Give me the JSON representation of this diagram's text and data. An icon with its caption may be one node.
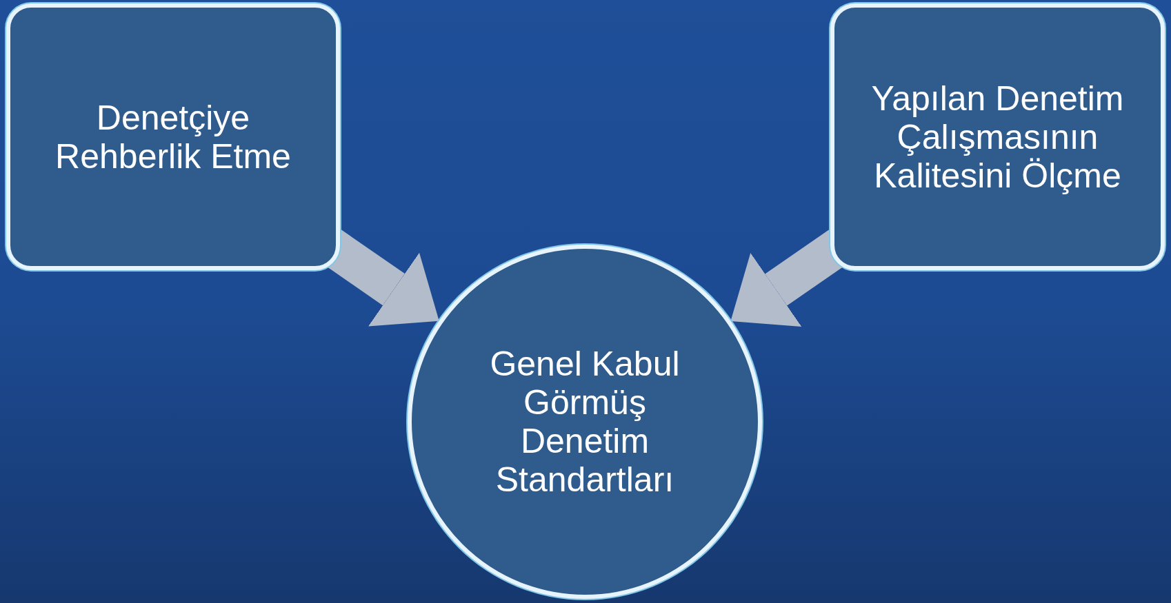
{
  "diagram": {
    "nodes": [
      {
        "text": [
          "Denetçiye Rehberlik Etme"
        ]
      },
      {
        "text": [
          "Yapılan Denetim Çalışmasının Kalitesini Ölçme"
        ]
      },
      {
        "text": [
          "Genel Kabul Görmüş Denetim Standartları"
        ]
      }
    ],
    "edges": [
      {
        "from": 0,
        "to": 2,
        "arrow": "to"
      },
      {
        "from": 1,
        "to": 2,
        "arrow": "to"
      }
    ]
  }
}
